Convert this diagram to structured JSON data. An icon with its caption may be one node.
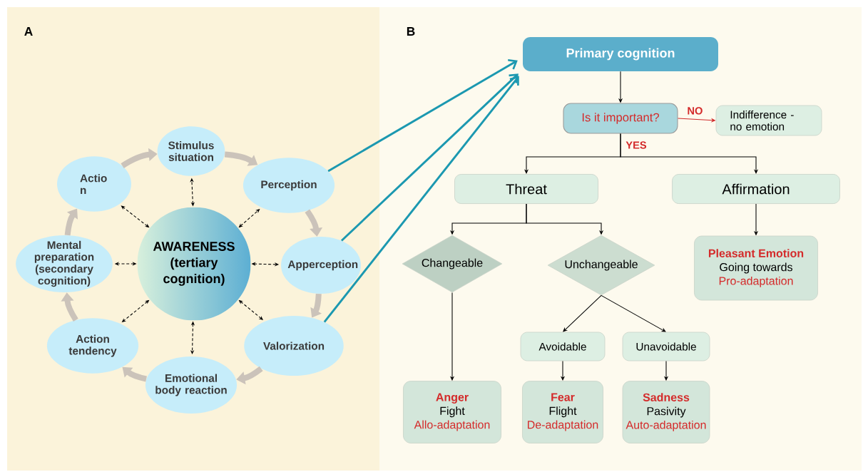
{
  "diagram": {
    "nodes": [
      {
        "text": [
          "Stimulus situation"
        ]
      },
      {
        "text": [
          "Perception"
        ]
      },
      {
        "text": [
          "Apperception"
        ]
      },
      {
        "text": [
          "Valorization"
        ]
      },
      {
        "text": [
          "Emotional body reaction"
        ]
      },
      {
        "text": [
          "Action tendency"
        ]
      },
      {
        "text": [
          "Mental preparation (secondary cognition)"
        ]
      },
      {
        "text": [
          "Actio n"
        ]
      },
      {
        "text": [
          "AWARENESS (tertiary cognition)"
        ]
      },
      {
        "text": [
          "Primary cognition"
        ]
      },
      {
        "text": [
          "Is it important?"
        ]
      },
      {
        "text": [
          "Indifference - no emotion"
        ]
      },
      {
        "text": [
          "Threat"
        ]
      },
      {
        "text": [
          "Affirmation"
        ]
      },
      {
        "text": [
          "Changeable"
        ]
      },
      {
        "text": [
          "Unchangeable"
        ]
      },
      {
        "text": [
          "Pleasant Emotion",
          "Going towards",
          "Pro-adaptation"
        ]
      },
      {
        "text": [
          "Avoidable"
        ]
      },
      {
        "text": [
          "Unavoidable"
        ]
      },
      {
        "text": [
          "Anger",
          "Fight",
          "Allo-adaptation"
        ]
      },
      {
        "text": [
          "Fear",
          "Flight",
          "De-adaptation"
        ]
      },
      {
        "text": [
          "Sadness",
          "Pasivity",
          "Auto-adaptation"
        ]
      }
    ],
    "edges": [
      {
        "from": 0,
        "to": 1,
        "arrow": "to",
        "style": "thick",
        "color": "#cbc3ba"
      },
      {
        "from": 1,
        "to": 2,
        "arrow": "to",
        "style": "thick",
        "color": "#cbc3ba"
      },
      {
        "from": 2,
        "to": 3,
        "arrow": "to",
        "style": "thick",
        "color": "#cbc3ba"
      },
      {
        "from": 3,
        "to": 4,
        "arrow": "to",
        "style": "thick",
        "color": "#cbc3ba"
      },
      {
        "from": 4,
        "to": 5,
        "arrow": "to",
        "style": "thick",
        "color": "#cbc3ba"
      },
      {
        "from": 5,
        "to": 6,
        "arrow": "to",
        "style": "thick",
        "color": "#cbc3ba"
      },
      {
        "from": 6,
        "to": 7,
        "arrow": "to",
        "style": "thick",
        "color": "#cbc3ba"
      },
      {
        "from": 7,
        "to": 0,
        "arrow": "to",
        "style": "thick",
        "color": "#cbc3ba"
      },
      {
        "from": 8,
        "to": 0,
        "arrow": "both",
        "style": "dashed"
      },
      {
        "from": 8,
        "to": 1,
        "arrow": "both",
        "style": "dashed"
      },
      {
        "from": 8,
        "to": 2,
        "arrow": "both",
        "style": "dashed"
      },
      {
        "from": 8,
        "to": 3,
        "arrow": "both",
        "style": "dashed"
      },
      {
        "from": 8,
        "to": 4,
        "arrow": "both",
        "style": "dashed"
      },
      {
        "from": 8,
        "to": 5,
        "arrow": "both",
        "style": "dashed"
      },
      {
        "from": 8,
        "to": 6,
        "arrow": "both",
        "style": "dashed"
      },
      {
        "from": 8,
        "to": 7,
        "arrow": "both",
        "style": "dashed"
      },
      {
        "from": 1,
        "to": 9,
        "arrow": "to",
        "style": "thick",
        "color": "#1b98b0"
      },
      {
        "from": 2,
        "to": 9,
        "arrow": "to",
        "style": "thick",
        "color": "#1b98b0"
      },
      {
        "from": 3,
        "to": 9,
        "arrow": "to",
        "style": "thick",
        "color": "#1b98b0"
      },
      {
        "from": 9,
        "to": 10,
        "arrow": "to"
      },
      {
        "from": 10,
        "to": 11,
        "arrow": "to",
        "label": "NO",
        "color": "#d02a2a"
      },
      {
        "from": 10,
        "to": 12,
        "arrow": "to",
        "label": "YES"
      },
      {
        "from": 10,
        "to": 13,
        "arrow": "to"
      },
      {
        "from": 12,
        "to": 14,
        "arrow": "to"
      },
      {
        "from": 12,
        "to": 15,
        "arrow": "to"
      },
      {
        "from": 13,
        "to": 16,
        "arrow": "to"
      },
      {
        "from": 14,
        "to": 19,
        "arrow": "to"
      },
      {
        "from": 15,
        "to": 17,
        "arrow": "to"
      },
      {
        "from": 15,
        "to": 18,
        "arrow": "to"
      },
      {
        "from": 17,
        "to": 20,
        "arrow": "to"
      },
      {
        "from": 18,
        "to": 21,
        "arrow": "to"
      }
    ],
    "labels": [
      "A",
      "B"
    ]
  }
}
